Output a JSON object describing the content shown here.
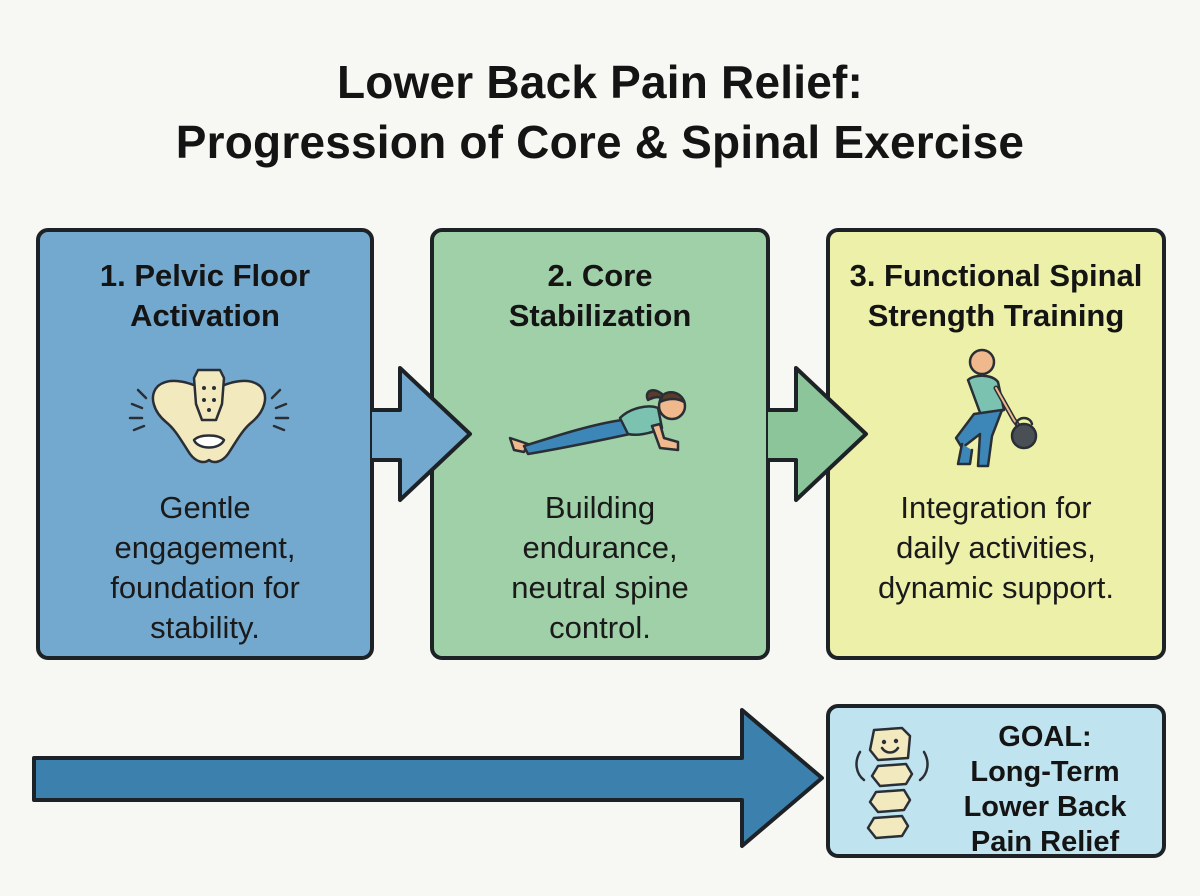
{
  "title": {
    "line1": "Lower Back Pain Relief:",
    "line2": "Progression of Core & Spinal Exercise"
  },
  "stages": [
    {
      "title_lines": [
        "1. Pelvic Floor",
        "Activation"
      ],
      "desc_lines": [
        "Gentle",
        "engagement,",
        "foundation for",
        "stability."
      ],
      "icon": "pelvis-icon",
      "color": "#74a9cf"
    },
    {
      "title_lines": [
        "2. Core",
        "Stabilization"
      ],
      "desc_lines": [
        "Building",
        "endurance,",
        "neutral spine",
        "control."
      ],
      "icon": "plank-icon",
      "color": "#9fd0a8"
    },
    {
      "title_lines": [
        "3. Functional Spinal",
        "Strength Training"
      ],
      "desc_lines": [
        "Integration for",
        "daily activities,",
        "dynamic support."
      ],
      "icon": "squat-kettlebell-icon",
      "color": "#edf0a8"
    }
  ],
  "goal": {
    "lines": [
      "GOAL:",
      "Long-Term",
      "Lower Back",
      "Pain Relief"
    ],
    "icon": "happy-spine-icon",
    "color": "#bfe3ef"
  },
  "colors": {
    "arrow": "#3c80ad",
    "stage_arrow_green": "#8cc59a",
    "outline": "#1d2226"
  }
}
